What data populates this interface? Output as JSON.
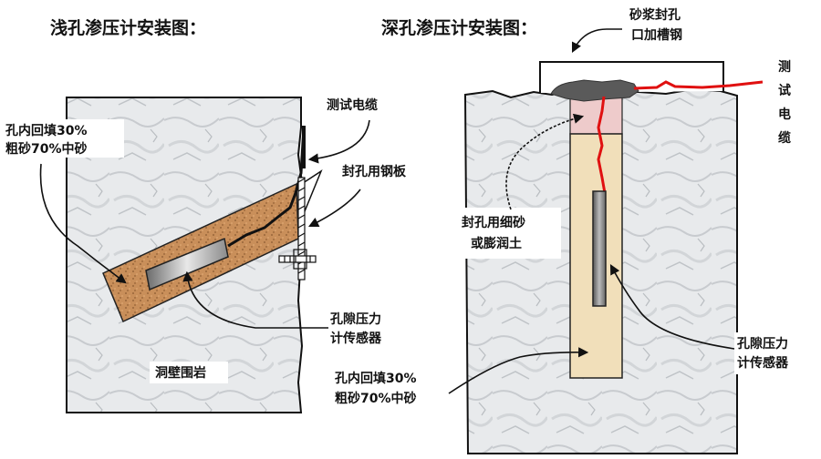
{
  "shallow": {
    "title": "浅孔渗压计安装图：",
    "labels": {
      "cable": "测试电缆",
      "steel_plate": "封孔用钢板",
      "backfill_line1": "孔内回填30%",
      "backfill_line2": "粗砂70%中砂",
      "sensor_line1": "孔隙压力",
      "sensor_line2": "计传感器",
      "rock": "洞壁围岩"
    }
  },
  "deep": {
    "title": "深孔渗压计安装图：",
    "labels": {
      "seal_line1": "砂浆封孔",
      "seal_line2": "口加槽钢",
      "cable": [
        "测",
        "试",
        "电",
        "缆"
      ],
      "fine_sand_line1": "封孔用细砂",
      "fine_sand_line2": "或膨润土",
      "sensor_line1": "孔隙压力",
      "sensor_line2": "计传感器",
      "backfill_line1": "孔内回填30%",
      "backfill_line2": "粗砂70%中砂"
    }
  },
  "colors": {
    "rock": "#e6e8ea",
    "backfill_shallow": "#c98f5a",
    "backfill_deep": "#f1dfba",
    "fine_sand": "#eecbcb",
    "cable_deep": "#e01010",
    "grout": "#5a5a5a"
  }
}
